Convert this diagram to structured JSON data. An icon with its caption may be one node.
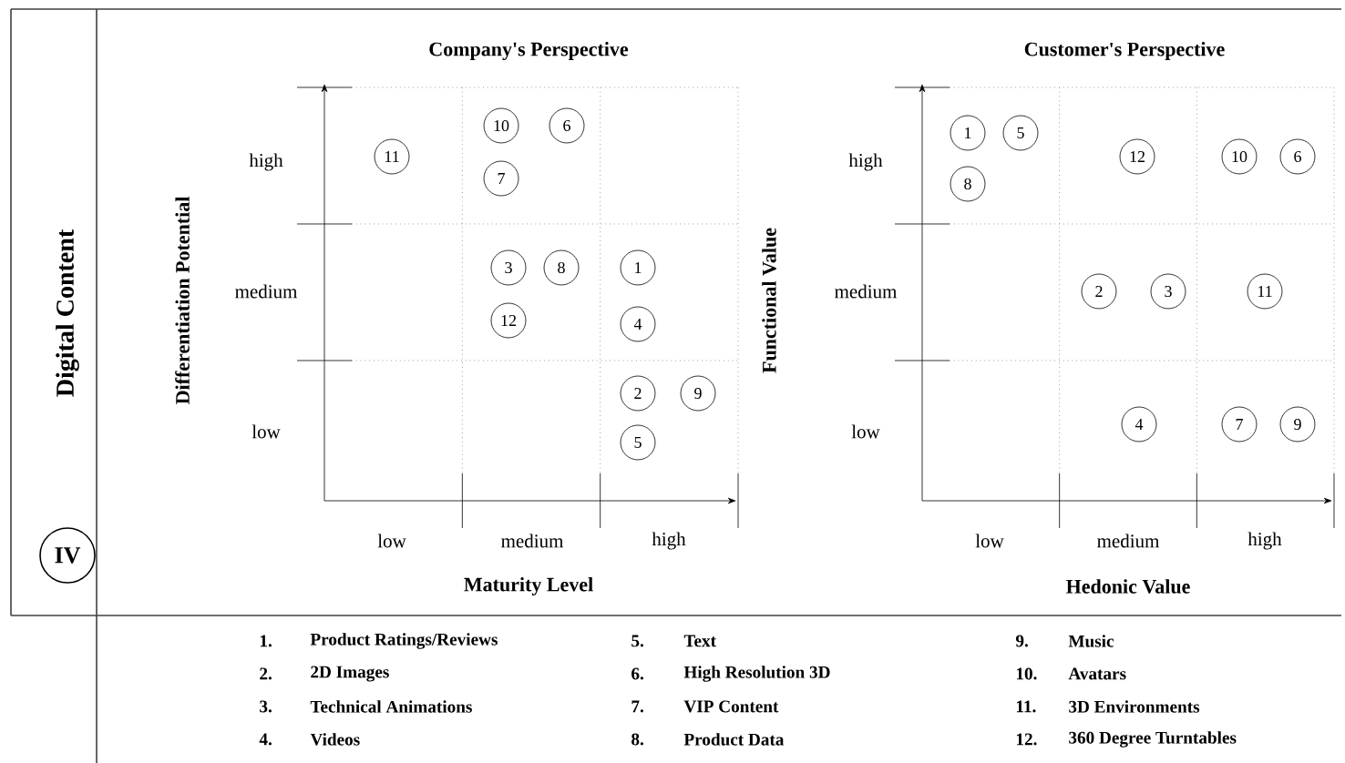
{
  "diagram": {
    "nodes": [
      {
        "text": [
          "11"
        ]
      },
      {
        "text": [
          "10"
        ]
      },
      {
        "text": [
          "6"
        ]
      },
      {
        "text": [
          "7"
        ]
      },
      {
        "text": [
          "3"
        ]
      },
      {
        "text": [
          "8"
        ]
      },
      {
        "text": [
          "1"
        ]
      },
      {
        "text": [
          "12"
        ]
      },
      {
        "text": [
          "4"
        ]
      },
      {
        "text": [
          "2"
        ]
      },
      {
        "text": [
          "9"
        ]
      },
      {
        "text": [
          "5"
        ]
      },
      {
        "text": [
          "1"
        ]
      },
      {
        "text": [
          "5"
        ]
      },
      {
        "text": [
          "8"
        ]
      },
      {
        "text": [
          "12"
        ]
      },
      {
        "text": [
          "10"
        ]
      },
      {
        "text": [
          "6"
        ]
      },
      {
        "text": [
          "2"
        ]
      },
      {
        "text": [
          "3"
        ]
      },
      {
        "text": [
          "11"
        ]
      },
      {
        "text": [
          "4"
        ]
      },
      {
        "text": [
          "7"
        ]
      },
      {
        "text": [
          "9"
        ]
      },
      {
        "text": [
          "IV"
        ]
      }
    ],
    "edges": [],
    "labels": [
      "Digital Content",
      "Company's Perspective",
      "Customer's Perspective",
      "high",
      "high",
      "Differentiation Potential",
      "Functional Value",
      "medium",
      "medium",
      "low",
      "low",
      "low",
      "medium",
      "high",
      "low",
      "medium",
      "high",
      "Maturity Level",
      "Hedonic Value",
      "1.",
      "Product Ratings/Reviews",
      "5.",
      "Text",
      "9.",
      "Music",
      "2.",
      "2D Images",
      "6.",
      "High Resolution 3D",
      "10.",
      "Avatars",
      "3.",
      "Technical Animations",
      "7.",
      "VIP Content",
      "11.",
      "3D Environments",
      "4.",
      "Videos",
      "8.",
      "Product Data",
      "12.",
      "360 Degree Turntables"
    ]
  }
}
